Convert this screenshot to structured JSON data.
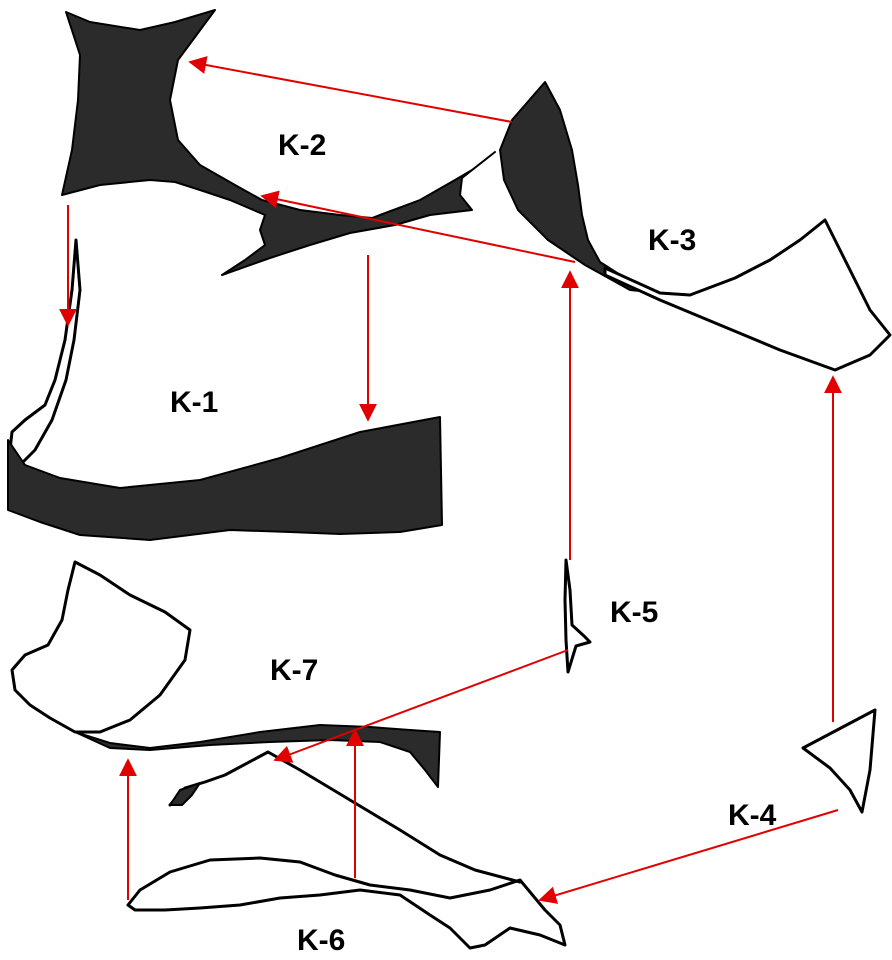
{
  "colors": {
    "dark_piece": "#2b2b2b",
    "outline": "#000000",
    "arrow": "#e00000",
    "background": "#ffffff"
  },
  "labels": {
    "k1": "K-1",
    "k2": "K-2",
    "k3": "K-3",
    "k4": "K-4",
    "k5": "K-5",
    "k6": "K-6",
    "k7": "K-7"
  },
  "arrows": [
    {
      "from": "K-3",
      "to": "K-2"
    },
    {
      "from": "K-3",
      "to": "K-2"
    },
    {
      "from": "K-2",
      "to": "K-1"
    },
    {
      "from": "K-2",
      "to": "K-1"
    },
    {
      "from": "K-5",
      "to": "K-3"
    },
    {
      "from": "K-4",
      "to": "K-3"
    },
    {
      "from": "K-4",
      "to": "K-6"
    },
    {
      "from": "K-5",
      "to": "K-6"
    },
    {
      "from": "K-6",
      "to": "K-7"
    },
    {
      "from": "K-6",
      "to": "K-7"
    }
  ]
}
